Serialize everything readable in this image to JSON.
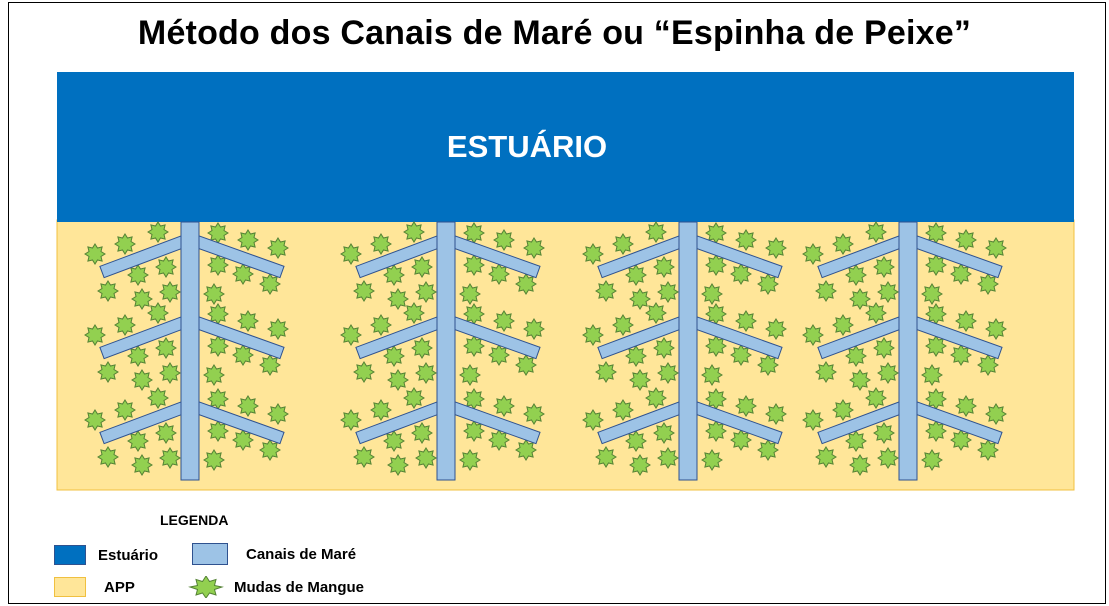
{
  "title": "Método dos Canais de Maré ou “Espinha de Peixe”",
  "estuary_label": "ESTUÁRIO",
  "legend": {
    "heading": "LEGENDA",
    "items": {
      "estuario": "Estuário",
      "app": "APP",
      "canais": "Canais de Maré",
      "mudas": "Mudas de Mangue"
    }
  },
  "colors": {
    "estuary": "#0070c0",
    "app": "#ffe699",
    "canal": "#9dc3e6",
    "canal_outline": "#2f528f",
    "seedling": "#92d050",
    "seedling_outline": "#548235"
  },
  "icons": {
    "seedling": "star-seedling-icon"
  }
}
